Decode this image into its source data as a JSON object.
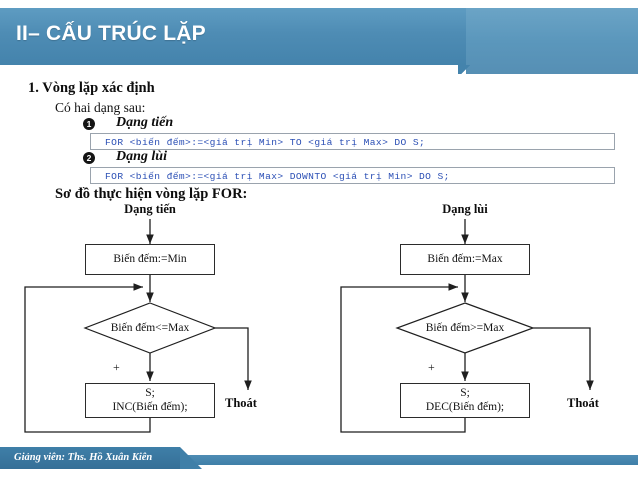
{
  "slide": {
    "title": "II– CẤU TRÚC LẶP",
    "accent_color": "#4e8cb4",
    "accent_color_dark": "#3f7fa8",
    "code_color": "#2b4fb5"
  },
  "content": {
    "section_heading": "1. Vòng lặp xác định",
    "intro": "Có hai dạng sau:",
    "items": [
      {
        "marker": "1",
        "label": "Dạng tiến",
        "code": "FOR <biến đếm>:=<giá trị Min> TO <giá trị Max> DO S;"
      },
      {
        "marker": "2",
        "label": "Dạng lùi",
        "code": "FOR <biến đếm>:=<giá trị Max> DOWNTO <giá trị Min> DO S;"
      }
    ],
    "diagram_heading": "Sơ đồ thực hiện vòng lặp FOR:"
  },
  "flowcharts": [
    {
      "title": "Dạng tiến",
      "init_box": "Biến đếm:=Min",
      "condition": "Biến đếm<=Max",
      "branch_label": "+",
      "process_line1": "S;",
      "process_line2": "INC(Biến đếm);",
      "exit_label": "Thoát"
    },
    {
      "title": "Dạng lùi",
      "init_box": "Biến đếm:=Max",
      "condition": "Biến đếm>=Max",
      "branch_label": "+",
      "process_line1": "S;",
      "process_line2": "DEC(Biến đếm);",
      "exit_label": "Thoát"
    }
  ],
  "footer": {
    "text": "Giảng viên: Ths. Hồ Xuân Kiên"
  }
}
